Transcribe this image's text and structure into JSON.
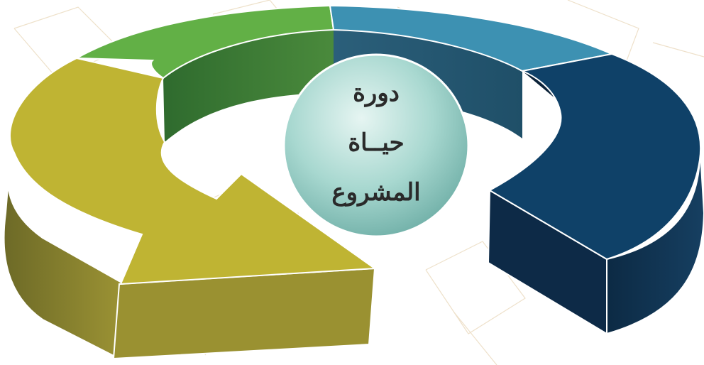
{
  "center": {
    "line1": "دورة",
    "line2": "حيــاة",
    "line3": "المشروع"
  },
  "colors": {
    "green": "#5fae45",
    "teal": "#3a8fb0",
    "navy": "#0f3d63",
    "olive": "#bdb233",
    "sphere": "#9fd3cb",
    "pattern": "#e6d2b0"
  }
}
